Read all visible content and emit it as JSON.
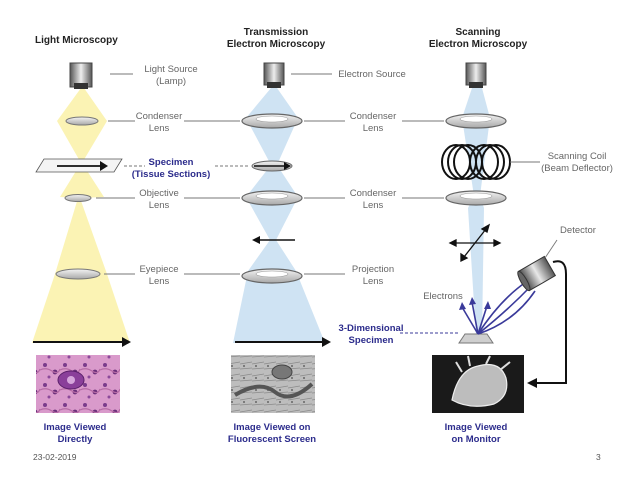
{
  "headers": {
    "light": "Light Microscopy",
    "tem_line1": "Transmission",
    "tem_line2": "Electron Microscopy",
    "sem_line1": "Scanning",
    "sem_line2": "Electron Microscopy"
  },
  "labels": {
    "light_source_1": "Light Source",
    "light_source_2": "(Lamp)",
    "condenser_1": "Condenser",
    "condenser_2": "Lens",
    "specimen_1": "Specimen",
    "specimen_2": "(Tissue Sections)",
    "objective_1": "Objective",
    "objective_2": "Lens",
    "eyepiece_1": "Eyepiece",
    "eyepiece_2": "Lens",
    "electron_source": "Electron Source",
    "sem_condenser_top_1": "Condenser",
    "sem_condenser_top_2": "Lens",
    "sem_condenser_mid_1": "Condenser",
    "sem_condenser_mid_2": "Lens",
    "projection_1": "Projection",
    "projection_2": "Lens",
    "scanning_coil_1": "Scanning Coil",
    "scanning_coil_2": "(Beam Deflector)",
    "detector": "Detector",
    "electrons": "Electrons",
    "specimen_3d_1": "3-Dimensional",
    "specimen_3d_2": "Specimen"
  },
  "captions": {
    "light_1": "Image Viewed",
    "light_2": "Directly",
    "tem_1": "Image Viewed on",
    "tem_2": "Fluorescent Screen",
    "sem_1": "Image Viewed",
    "sem_2": "on Monitor"
  },
  "footer": {
    "date": "23-02-2019",
    "page": "3"
  },
  "colors": {
    "light_beam": "#fbf3b4",
    "electron_beam": "#cfe3f3",
    "caption_blue": "#2c2c8c",
    "label_gray": "#666666",
    "tissue_pink": "#c97ab8",
    "lens_gray": "#cfcfcf"
  }
}
